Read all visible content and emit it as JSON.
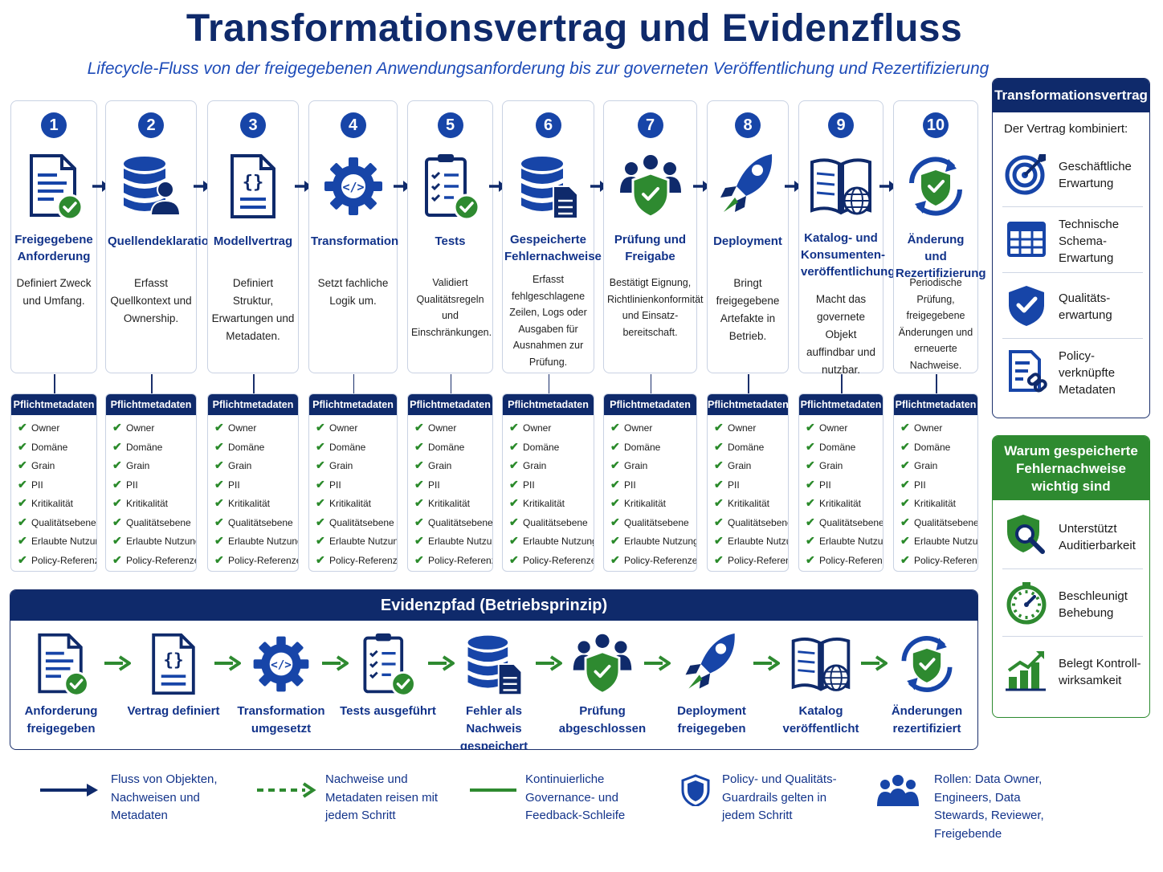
{
  "header": {
    "title": "Transformationsvertrag und Evidenzfluss",
    "subtitle": "Lifecycle-Fluss von der freigegebenen Anwendungsanforderung bis zur governeten Veröffentlichung und Rezertifizierung"
  },
  "steps": [
    {
      "num": "1",
      "title": "Freigegebene Anforderung",
      "desc": "Definiert Zweck und Umfang.",
      "icon": "document-check-icon"
    },
    {
      "num": "2",
      "title": "Quellendeklaration",
      "desc": "Erfasst Quellkontext und Ownership.",
      "icon": "database-user-icon"
    },
    {
      "num": "3",
      "title": "Modellvertrag",
      "desc": "Definiert Struktur, Erwartungen und Metadaten.",
      "icon": "code-document-icon"
    },
    {
      "num": "4",
      "title": "Transformation",
      "desc": "Setzt fachliche Logik um.",
      "icon": "gear-code-icon"
    },
    {
      "num": "5",
      "title": "Tests",
      "desc": "Validiert Qualitätsregeln und Einschränkungen.",
      "icon": "checklist-icon"
    },
    {
      "num": "6",
      "title": "Gespeicherte Fehlernachweise",
      "desc": "Erfasst fehlgeschlagene Zeilen, Logs oder Ausgaben für Ausnahmen zur Prüfung.",
      "icon": "database-document-icon"
    },
    {
      "num": "7",
      "title": "Prüfung und Freigabe",
      "desc": "Bestätigt Eignung, Richtlinienkonformität und Einsatz-bereitschaft.",
      "icon": "team-shield-icon"
    },
    {
      "num": "8",
      "title": "Deployment",
      "desc": "Bringt freigegebene Artefakte in Betrieb.",
      "icon": "rocket-icon"
    },
    {
      "num": "9",
      "title": "Katalog- und Konsumenten-veröffentlichung",
      "desc": "Macht das governete Objekt auffindbar und nutzbar.",
      "icon": "catalog-globe-icon"
    },
    {
      "num": "10",
      "title": "Änderung und Rezertifizierung",
      "desc": "Periodische Prüfung, freigegebene Änderungen und erneuerte Nachweise.",
      "icon": "refresh-shield-icon"
    }
  ],
  "metadata": {
    "header": "Pflichtmetadaten",
    "items": [
      "Owner",
      "Domäne",
      "Grain",
      "PII",
      "Kritikalität",
      "Qualitätsebene",
      "Erlaubte Nutzung",
      "Policy-Referenzen"
    ]
  },
  "evidence": {
    "header": "Evidenzpfad (Betriebsprinzip)",
    "steps": [
      {
        "label": "Anforderung freigegeben",
        "icon": "document-check-icon"
      },
      {
        "label": "Vertrag definiert",
        "icon": "code-document-icon"
      },
      {
        "label": "Transformation umgesetzt",
        "icon": "gear-code-icon"
      },
      {
        "label": "Tests ausgeführt",
        "icon": "checklist-icon"
      },
      {
        "label": "Fehler als Nachweis gespeichert",
        "icon": "database-document-icon"
      },
      {
        "label": "Prüfung abgeschlossen",
        "icon": "team-shield-icon"
      },
      {
        "label": "Deployment freigegeben",
        "icon": "rocket-icon"
      },
      {
        "label": "Katalog veröffentlicht",
        "icon": "catalog-globe-icon"
      },
      {
        "label": "Änderungen rezertifiziert",
        "icon": "refresh-shield-icon"
      }
    ]
  },
  "contract_panel": {
    "header": "Transformationsvertrag",
    "intro": "Der Vertrag kombiniert:",
    "items": [
      {
        "label": "Geschäftliche Erwartung",
        "icon": "target-icon"
      },
      {
        "label": "Technische Schema-Erwartung",
        "icon": "table-icon"
      },
      {
        "label": "Qualitäts-erwartung",
        "icon": "shield-check-icon"
      },
      {
        "label": "Policy-verknüpfte Metadaten",
        "icon": "document-link-icon"
      }
    ]
  },
  "why_panel": {
    "header": "Warum gespeicherte Fehlernachweise wichtig sind",
    "items": [
      {
        "label": "Unterstützt Auditierbarkeit",
        "icon": "shield-search-icon"
      },
      {
        "label": "Beschleunigt Behebung",
        "icon": "stopwatch-icon"
      },
      {
        "label": "Belegt Kontroll-wirksamkeit",
        "icon": "bar-chart-icon"
      }
    ]
  },
  "legend": [
    {
      "label": "Fluss von Objekten, Nachweisen und Metadaten",
      "symbol": "solid-arrow"
    },
    {
      "label": "Nachweise und Metadaten reisen mit jedem Schritt",
      "symbol": "dashed-green-arrow"
    },
    {
      "label": "Kontinuierliche Governance- und Feedback-Schleife",
      "symbol": "green-line"
    },
    {
      "label": "Policy- und Qualitäts-Guardrails gelten in jedem Schritt",
      "symbol": "shield-icon"
    },
    {
      "label": "Rollen: Data Owner, Engineers, Data Stewards, Reviewer, Freigebende",
      "symbol": "team-icon"
    }
  ],
  "colors": {
    "navy": "#0f2a6b",
    "blue": "#1745a8",
    "green": "#2e8a30"
  }
}
